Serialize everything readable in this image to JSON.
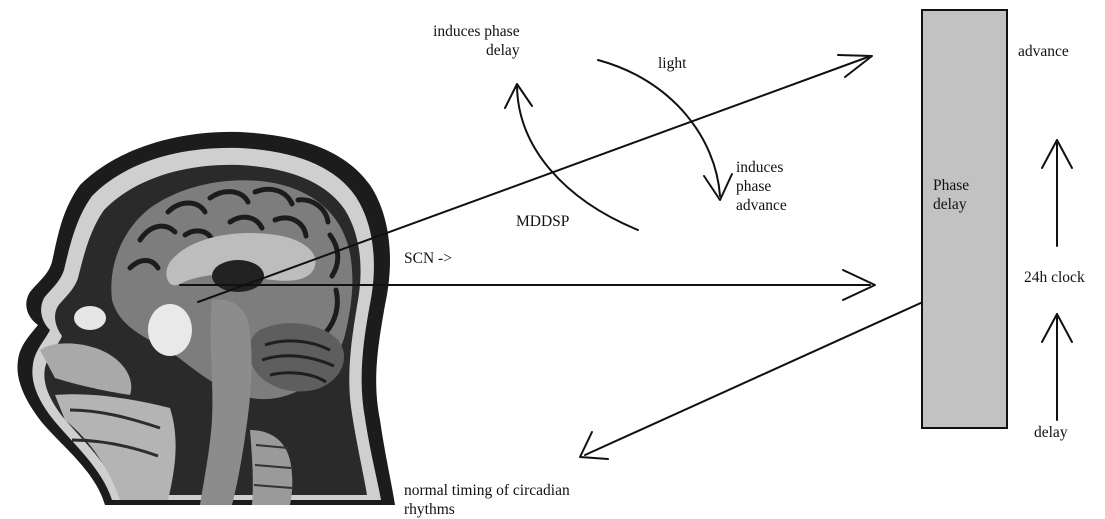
{
  "colors": {
    "ink": "#111111",
    "bar_fill": "#c2c2c2",
    "skull_dark": "#1c1c1c",
    "brain_mid": "#7d7d7d"
  },
  "labels": {
    "induces_phase_delay": [
      "induces phase",
      "delay"
    ],
    "light": "light",
    "induces_phase_advance": [
      "induces",
      "phase",
      "advance"
    ],
    "mddsp": "MDDSP",
    "scn": "SCN ->",
    "normal_timing": [
      "normal timing of circadian",
      "rhythms"
    ]
  },
  "bar": {
    "label": [
      "Phase",
      "delay"
    ]
  },
  "clock": {
    "top": "advance",
    "middle": "24h clock",
    "bottom": "delay"
  },
  "image": {
    "subject": "head-mri-sagittal"
  }
}
